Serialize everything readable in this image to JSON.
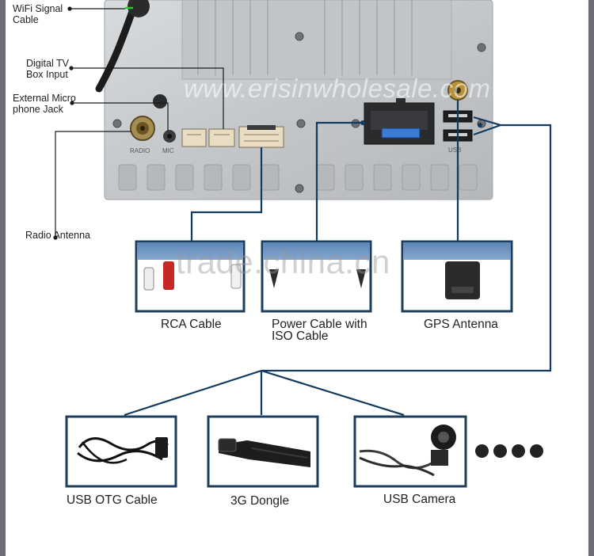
{
  "callouts": {
    "wifi": [
      "WiFi Signal",
      "Cable"
    ],
    "tvbox": [
      "Digital TV",
      "Box Input"
    ],
    "mic": [
      "External Micro",
      "phone Jack"
    ],
    "radio": "Radio Antenna"
  },
  "panel_labels": {
    "radio_port": "RADIO",
    "mic_port": "MIC",
    "usb_port": "USB"
  },
  "accessories_row1": [
    {
      "label": "RCA Cable"
    },
    {
      "label": "Power Cable with",
      "label2": "ISO Cable"
    },
    {
      "label": "GPS Antenna"
    }
  ],
  "accessories_row2": [
    {
      "label": "USB OTG Cable"
    },
    {
      "label": "3G Dongle"
    },
    {
      "label": "USB Camera"
    }
  ],
  "watermarks": {
    "top": "www.erisinwholesale.com",
    "middle": "trade.china.cn"
  },
  "colors": {
    "line": "#123a5e",
    "panel": "#c9cccf",
    "frame_box": "#1d3d5c",
    "wifi_dot": "#1fcf2a"
  }
}
